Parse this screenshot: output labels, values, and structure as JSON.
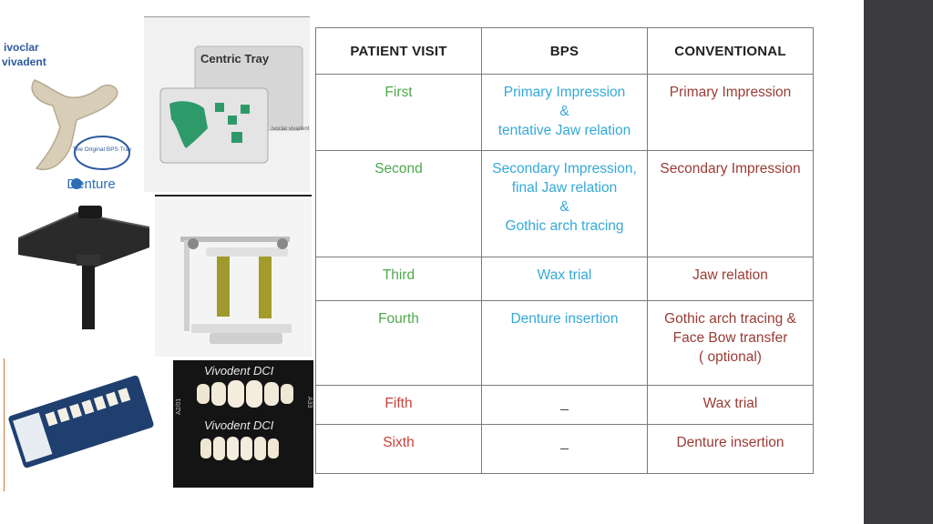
{
  "images": {
    "bps_tray": {
      "brand_top": "ivoclar",
      "brand_bottom": "vivadent",
      "badge": "The Original BPS Tray",
      "logo": "Denture"
    },
    "centric_tray": {
      "label": "Centric Tray",
      "brand": "ivoclar vivadent"
    },
    "tooth_box": {
      "label_top": "Vivodent DCI",
      "label_bottom": "Vivodent DCI",
      "code_left": "A2/01",
      "code_right": "A33"
    }
  },
  "table": {
    "headers": [
      "PATIENT VISIT",
      "BPS",
      "CONVENTIONAL"
    ],
    "rows": [
      {
        "visit": "First",
        "bps": "Primary Impression\n&\ntentative Jaw relation",
        "conventional": "Primary Impression"
      },
      {
        "visit": "Second",
        "bps": "Secondary Impression,\nfinal Jaw relation\n&\nGothic arch tracing",
        "conventional": "Secondary Impression"
      },
      {
        "visit": "Third",
        "bps": "Wax trial",
        "conventional": "Jaw relation"
      },
      {
        "visit": "Fourth",
        "bps": "Denture insertion",
        "conventional": "Gothic arch tracing &\nFace Bow transfer\n( optional)"
      },
      {
        "visit": "Fifth",
        "bps": "_",
        "conventional": "Wax trial"
      },
      {
        "visit": "Sixth",
        "bps": "_",
        "conventional": "Denture insertion"
      }
    ]
  },
  "colors": {
    "visit_green": "#4fa84d",
    "visit_red": "#c8403a",
    "bps_text": "#35a9d8",
    "conventional_text": "#9a3b35",
    "sidebar": "#3b3b3d"
  }
}
